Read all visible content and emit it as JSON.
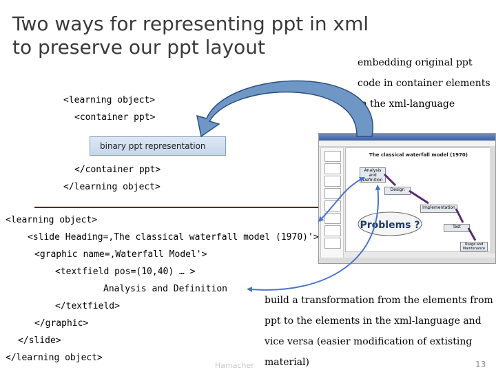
{
  "title": {
    "line1": "Two ways for representing ppt in xml",
    "line2": "to preserve our ppt layout"
  },
  "top_note": {
    "line1": "embedding original ppt",
    "line2": "code in container elements",
    "line3": "in the xml-language"
  },
  "code_top": {
    "line1": "<learning object>",
    "line2": "<container ppt>",
    "binary": "binary ppt representation",
    "line3": "</container ppt>",
    "line4": "</learning object>"
  },
  "code_bottom": {
    "line1": "<learning object>",
    "line2": "<slide Heading=,The classical waterfall model (1970)'>",
    "line3": "<graphic name=,Waterfall Model'>",
    "line4": "<textfield pos=(10,40) … >",
    "line5": "Analysis and Definition",
    "line6": "</textfield>",
    "line7": "</graphic>",
    "line8": "</slide>",
    "line9": "</learning object>"
  },
  "bottom_note": {
    "line1": "build a transformation from the elements from",
    "line2": "ppt to the elements in the xml-language and",
    "line3": "vice versa (easier modification of extisting",
    "line4": "material)"
  },
  "screenshot": {
    "slide_title": "The classical waterfall model (1970)",
    "box1": "Analysis and Definition",
    "box2": "Design",
    "box3": "Implementation",
    "box4": "Test",
    "box5": "Usage and Maintenance",
    "callout": "Problems ?"
  },
  "footer": "Hamacher",
  "page_number": "13",
  "colors": {
    "arrow_fill": "#6f97c6",
    "title_text": "#3a3a3a",
    "separator": "#4a3220",
    "connector": "#4a74c9"
  }
}
